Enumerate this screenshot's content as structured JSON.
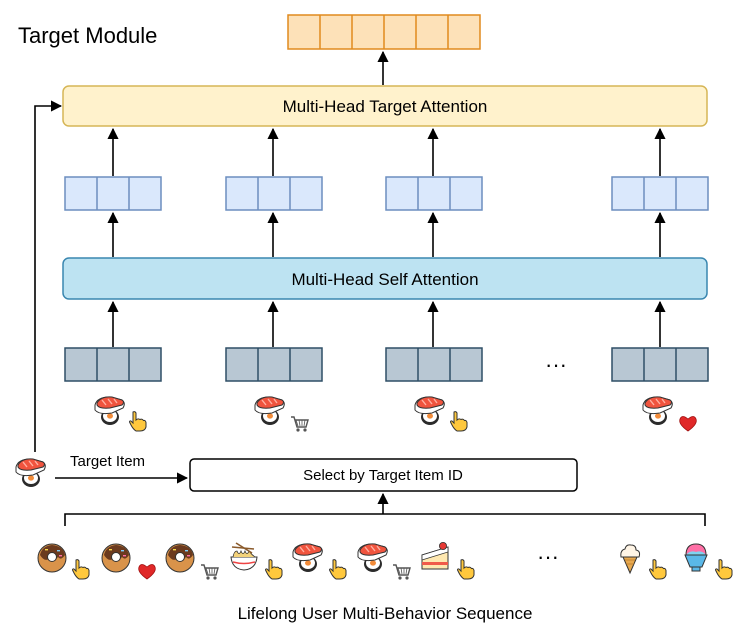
{
  "title": "Target Module",
  "target_attention_label": "Multi-Head Target Attention",
  "self_attention_label": "Multi-Head Self Attention",
  "target_item_label": "Target Item",
  "select_label": "Select by Target Item ID",
  "sequence_label": "Lifelong User Multi-Behavior Sequence",
  "ellipsis": "···",
  "colors": {
    "output_fill": "#fde1b8",
    "output_stroke": "#e08a1e",
    "target_attention_fill": "#fff2cc",
    "target_attention_stroke": "#d6b656",
    "attended_fill": "#dae8fc",
    "attended_stroke": "#6c8ebf",
    "self_attention_fill": "#bde3f2",
    "self_attention_stroke": "#3a87b0",
    "input_fill": "#b8c7d3",
    "input_stroke": "#2f4f66"
  },
  "icons": {
    "selected_behaviors": [
      {
        "item": "sushi-icon",
        "behavior": "click-icon"
      },
      {
        "item": "sushi-icon",
        "behavior": "cart-icon"
      },
      {
        "item": "sushi-icon",
        "behavior": "click-icon"
      },
      {
        "item": "sushi-icon",
        "behavior": "heart-icon"
      }
    ],
    "target_item": "sushi-icon",
    "sequence": [
      {
        "item": "donut-icon",
        "behavior": "click-icon"
      },
      {
        "item": "donut-icon",
        "behavior": "heart-icon"
      },
      {
        "item": "donut-icon",
        "behavior": "cart-icon"
      },
      {
        "item": "noodles-icon",
        "behavior": "click-icon"
      },
      {
        "item": "sushi-icon",
        "behavior": "click-icon"
      },
      {
        "item": "sushi-icon",
        "behavior": "cart-icon"
      },
      {
        "item": "cake-icon",
        "behavior": "click-icon"
      },
      {
        "item": "ice-cream-icon",
        "behavior": "click-icon"
      },
      {
        "item": "shaved-ice-icon",
        "behavior": "click-icon"
      }
    ]
  }
}
